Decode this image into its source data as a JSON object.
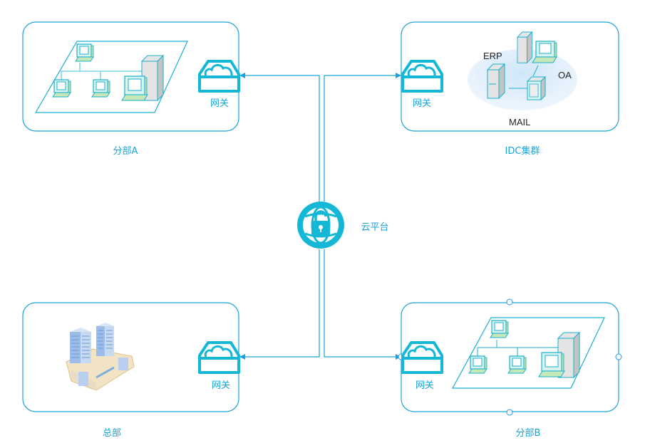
{
  "diagram": {
    "center": {
      "label": "云平台",
      "icon": "cloud-platform-lock-globe-icon"
    },
    "nodes": [
      {
        "id": "branch-a",
        "label": "分部A",
        "gateway_label": "网关",
        "content": "lan-network"
      },
      {
        "id": "idc-cluster",
        "label": "IDC集群",
        "gateway_label": "网关",
        "content": "server-cluster",
        "servers": [
          "ERP",
          "OA",
          "MAIL"
        ]
      },
      {
        "id": "headquarters",
        "label": "总部",
        "gateway_label": "网关",
        "content": "office-buildings"
      },
      {
        "id": "branch-b",
        "label": "分部B",
        "gateway_label": "网关",
        "content": "lan-network",
        "selected": true
      }
    ],
    "edges": [
      {
        "from": "云平台",
        "to": "分部A"
      },
      {
        "from": "云平台",
        "to": "IDC集群"
      },
      {
        "from": "云平台",
        "to": "总部"
      },
      {
        "from": "云平台",
        "to": "分部B"
      }
    ]
  },
  "colors": {
    "accent": "#1aa3d6",
    "icon": "#14b8d6",
    "monitor_green": "#c5e8b7",
    "server_gray": "#c8c8c8",
    "ellipse": "#dceefa"
  }
}
